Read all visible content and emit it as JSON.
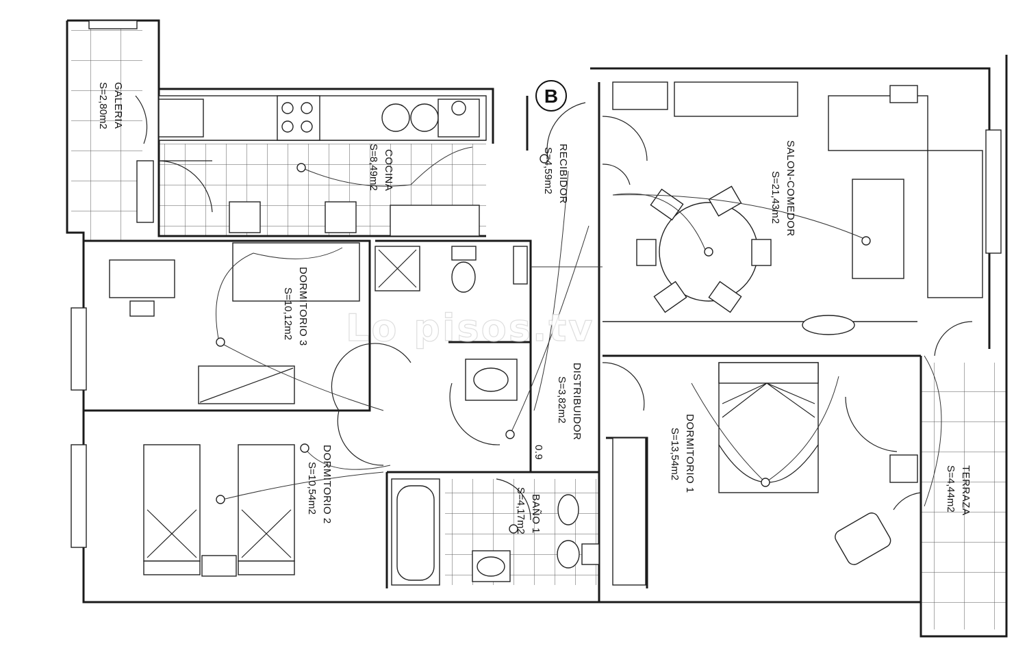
{
  "plan": {
    "marker": "B",
    "watermark": "Lo    pisos.tv",
    "dimension": "0.9",
    "rooms": [
      {
        "name": "GALERIA",
        "area": "S=2,80m2"
      },
      {
        "name": "COCINA",
        "area": "S=8,49m2"
      },
      {
        "name": "RECIBIDOR",
        "area": "S=4,59m2"
      },
      {
        "name": "SALON-COMEDOR",
        "area": "S=21,43m2"
      },
      {
        "name": "DORMITORIO 3",
        "area": "S=10,12m2"
      },
      {
        "name": "DISTRIBUIDOR",
        "area": "S=3,82m2"
      },
      {
        "name": "DORMITORIO 1",
        "area": "S=13,54m2"
      },
      {
        "name": "DORMITORIO 2",
        "area": "S=10,54m2"
      },
      {
        "name": "BAÑO 1",
        "area": "S=4,17m2"
      },
      {
        "name": "TERRAZA",
        "area": "S=4,44m2"
      }
    ]
  }
}
